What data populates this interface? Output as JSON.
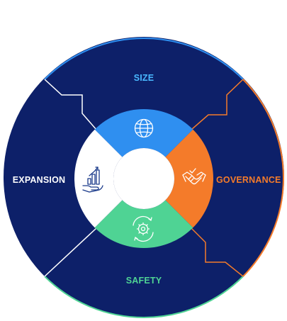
{
  "segments": {
    "size": {
      "label": "SIZE",
      "color": "#2f8ff0",
      "label_color": "#49b8ff",
      "icon": "globe-icon"
    },
    "governance": {
      "label": "GOVERNANCE",
      "color": "#f47b2a",
      "label_color": "#f47b2a",
      "icon": "handshake-icon"
    },
    "safety": {
      "label": "SAFETY",
      "color": "#4fd394",
      "label_color": "#4fd394",
      "icon": "gear-cycle-icon"
    },
    "expansion": {
      "label": "EXPANSION",
      "color": "#ffffff",
      "label_color": "#ffffff",
      "icon": "growth-hand-icon"
    }
  },
  "colors": {
    "outer_ring": "#0d2069",
    "center": "#ffffff",
    "icon_dark": "#1a3a8a",
    "icon_light": "#ffffff"
  }
}
